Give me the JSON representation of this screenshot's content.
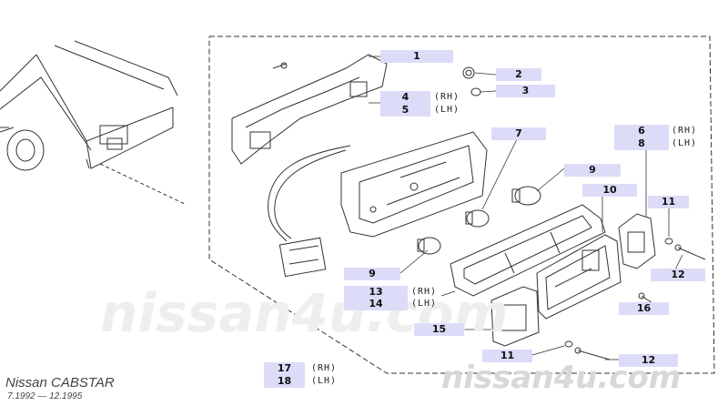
{
  "watermark": {
    "center": "nissan4u.com",
    "corner": "nissan4u.com"
  },
  "footer": {
    "model": "Nissan CABSTAR",
    "years": "7.1992 — 12.1995"
  },
  "parts": [
    {
      "num": "1"
    },
    {
      "num": "2"
    },
    {
      "num": "3"
    },
    {
      "num": "4",
      "side": "(RH)"
    },
    {
      "num": "5",
      "side": "(LH)"
    },
    {
      "num": "6",
      "side": "(RH)"
    },
    {
      "num": "7"
    },
    {
      "num": "8",
      "side": "(LH)"
    },
    {
      "num": "9"
    },
    {
      "num": "9"
    },
    {
      "num": "10"
    },
    {
      "num": "11"
    },
    {
      "num": "11"
    },
    {
      "num": "12"
    },
    {
      "num": "12"
    },
    {
      "num": "13",
      "side": "(RH)"
    },
    {
      "num": "14",
      "side": "(LH)"
    },
    {
      "num": "15"
    },
    {
      "num": "16"
    },
    {
      "num": "17",
      "side": "(RH)"
    },
    {
      "num": "18",
      "side": "(LH)"
    }
  ],
  "colors": {
    "label_bg": "#dcdcf8",
    "line": "#333333",
    "watermark": "#eeeeee"
  }
}
